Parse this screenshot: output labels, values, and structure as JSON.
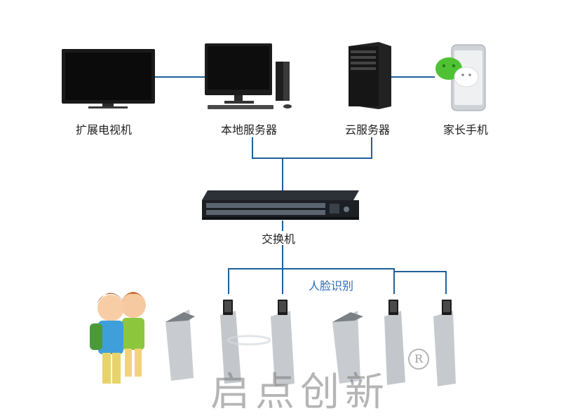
{
  "labels": {
    "tv": "扩展电视机",
    "local_server": "本地服务器",
    "cloud_server": "云服务器",
    "phone": "家长手机",
    "switch": "交换机",
    "face_recognition": "人脸识别"
  },
  "watermark": {
    "text": "启点创新",
    "registered": "R"
  },
  "colors": {
    "line": "#1f5f9a",
    "accent": "#2a6db8"
  }
}
